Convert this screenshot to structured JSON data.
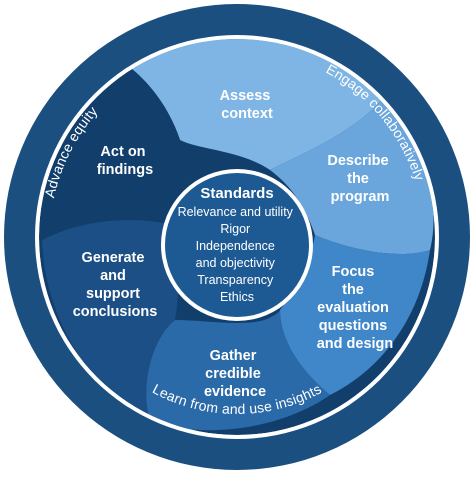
{
  "ring": {
    "top_left": "Advance equity",
    "top_right": "Engage collaboratively",
    "bottom": "Learn from and use insights"
  },
  "steps": [
    {
      "lines": [
        "Assess",
        "context"
      ]
    },
    {
      "lines": [
        "Describe",
        "the",
        "program"
      ]
    },
    {
      "lines": [
        "Focus",
        "the",
        "evaluation",
        "questions",
        "and design"
      ]
    },
    {
      "lines": [
        "Gather",
        "credible",
        "evidence"
      ]
    },
    {
      "lines": [
        "Generate",
        "and",
        "support",
        "conclusions"
      ]
    },
    {
      "lines": [
        "Act on",
        "findings"
      ]
    }
  ],
  "center": {
    "title": "Standards",
    "items": [
      "Relevance and utility",
      "Rigor",
      "Independence",
      "and objectivity",
      "Transparency",
      "Ethics"
    ]
  },
  "colors": {
    "outer_ring": "#1a4f80",
    "assess": "#7fb5e4",
    "describe": "#6aa6dc",
    "focus": "#3f87c8",
    "gather": "#2b6aa8",
    "generate": "#1c4f86",
    "act": "#123e6c",
    "center": "#1d5a93"
  }
}
